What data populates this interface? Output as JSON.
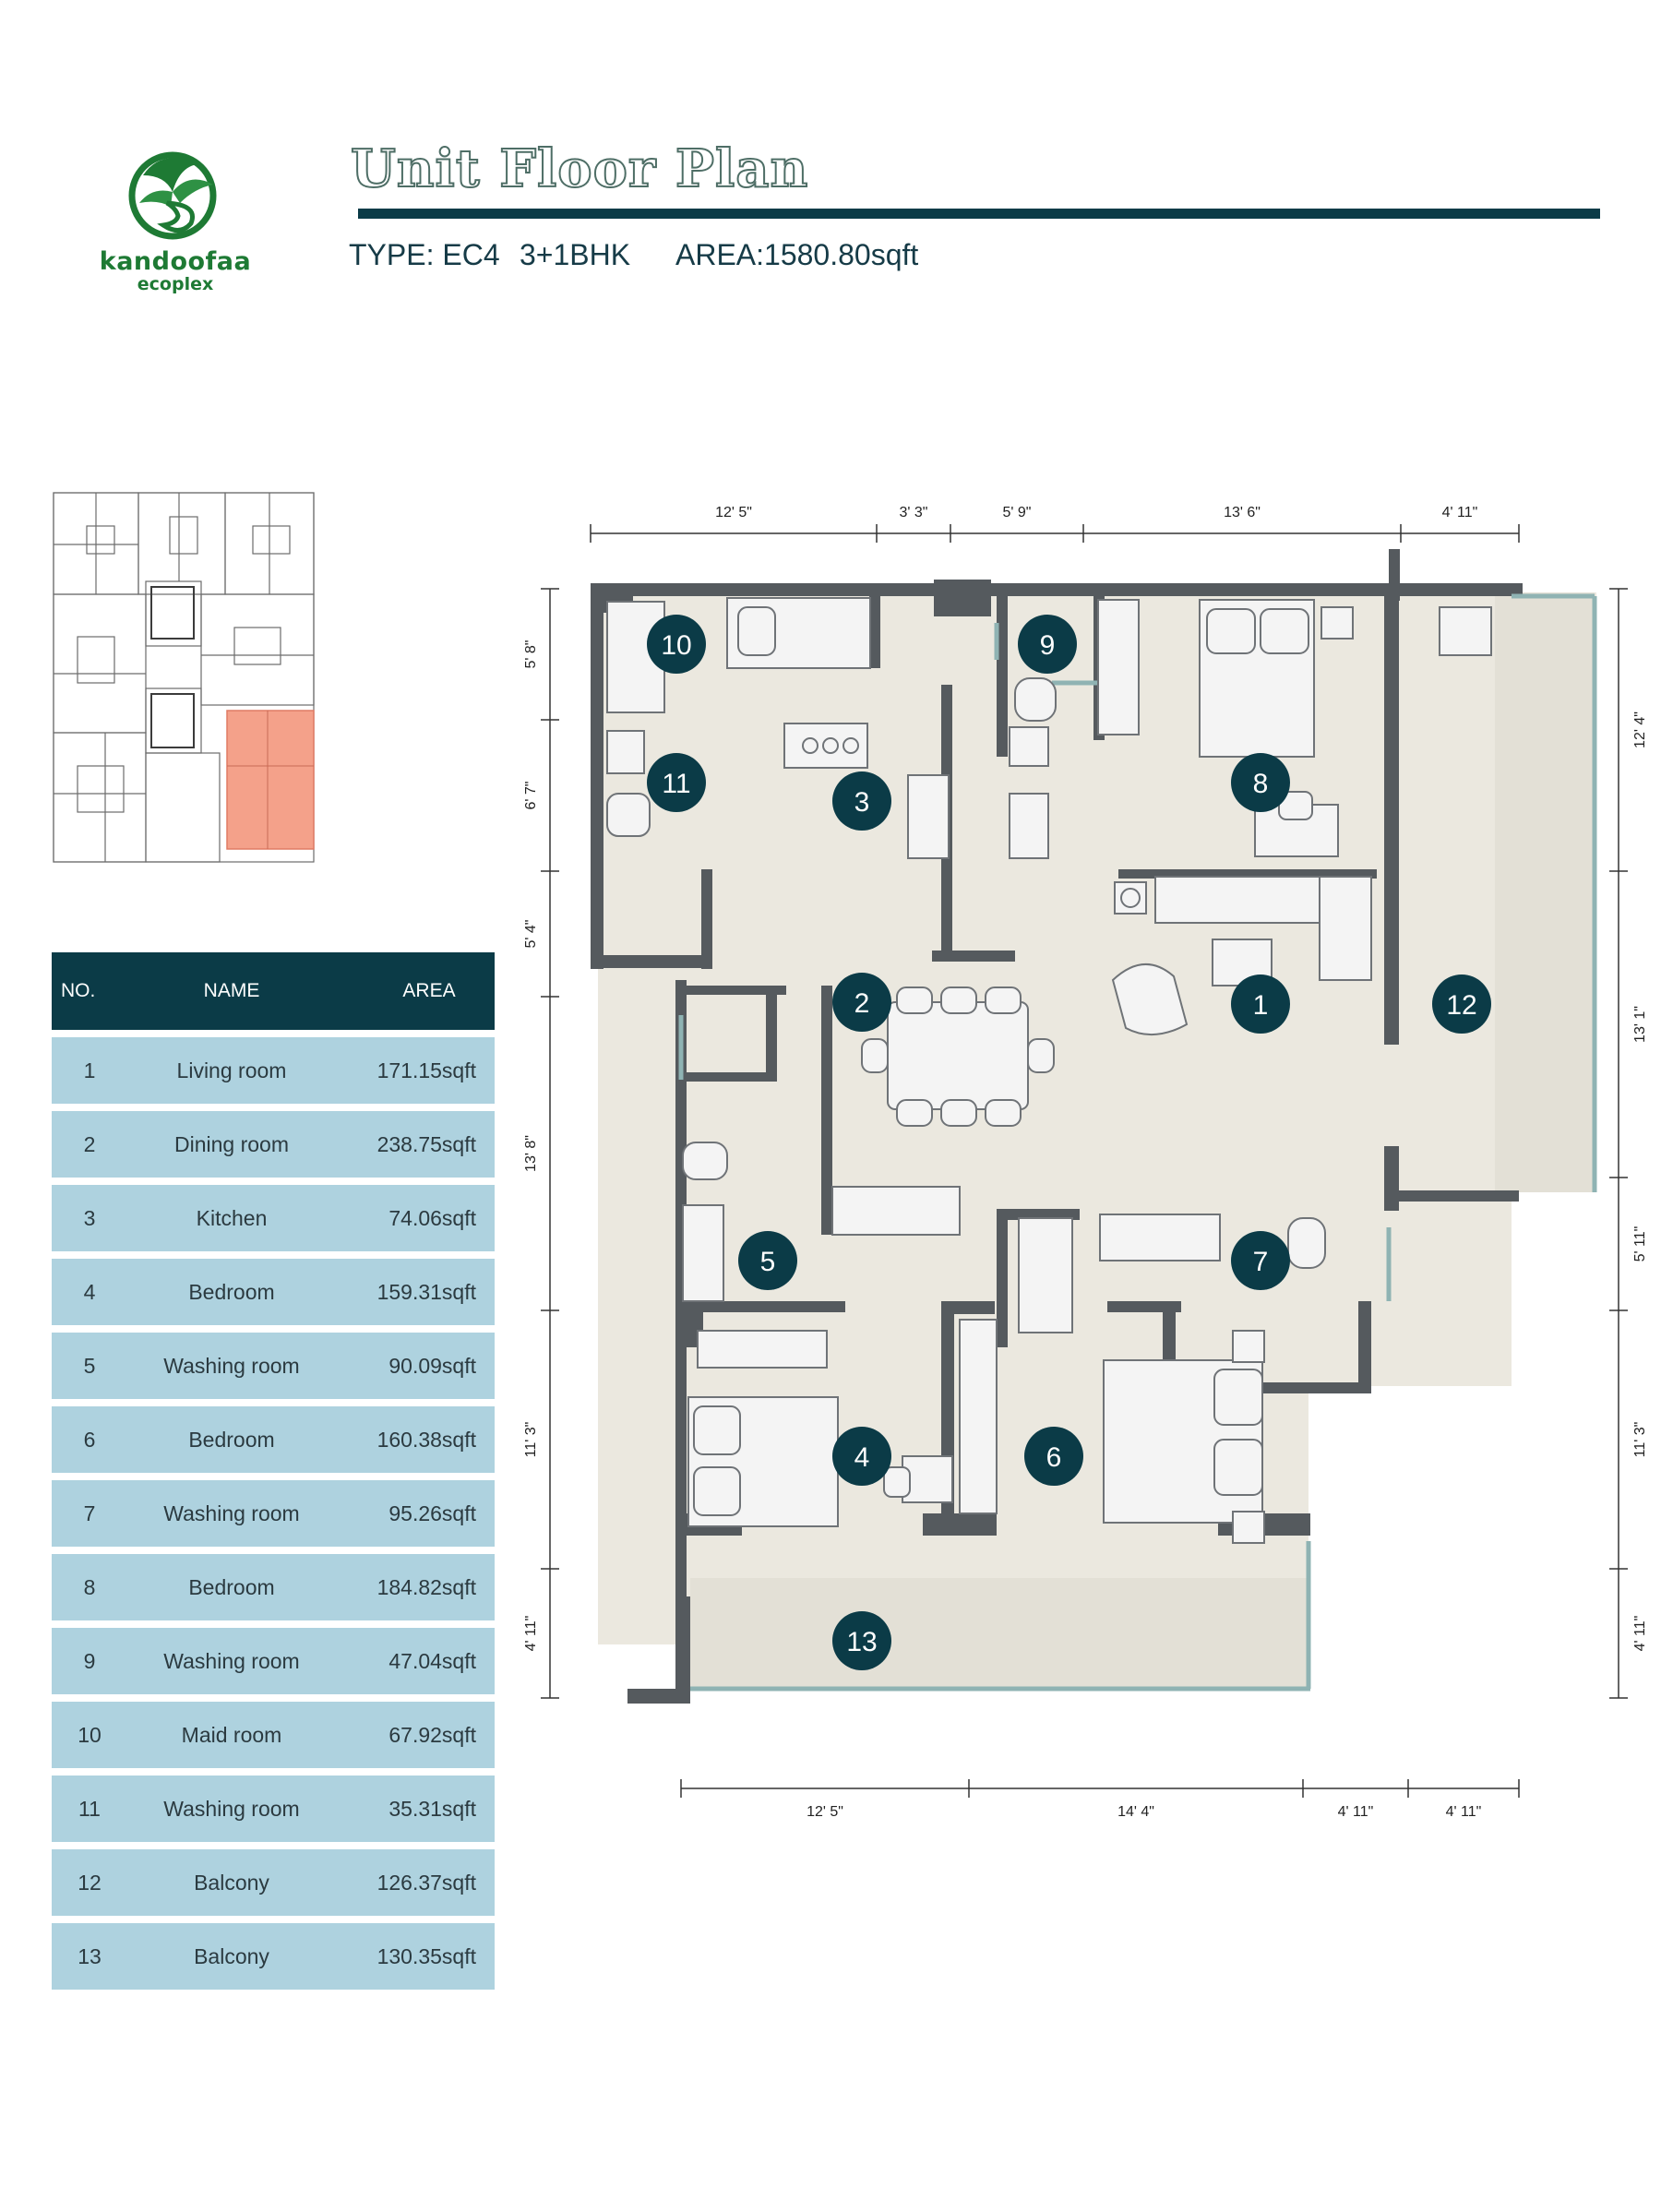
{
  "brand": {
    "name": "kandoofaa",
    "subname": "ecoplex",
    "primary_color": "#1e7a34",
    "logo_icon": "palm-leaf-swirl-logo"
  },
  "header": {
    "title": "Unit Floor Plan",
    "type": "TYPE: EC4",
    "bhk": "3+1BHK",
    "area": "AREA:1580.80sqft",
    "accent_color": "#0b3b47"
  },
  "table": {
    "headers": [
      "NO.",
      "NAME",
      "AREA"
    ],
    "rows": [
      {
        "no": "1",
        "name": "Living room",
        "area": "171.15sqft"
      },
      {
        "no": "2",
        "name": "Dining room",
        "area": "238.75sqft"
      },
      {
        "no": "3",
        "name": "Kitchen",
        "area": "74.06sqft"
      },
      {
        "no": "4",
        "name": "Bedroom",
        "area": "159.31sqft"
      },
      {
        "no": "5",
        "name": "Washing room",
        "area": "90.09sqft"
      },
      {
        "no": "6",
        "name": "Bedroom",
        "area": "160.38sqft"
      },
      {
        "no": "7",
        "name": "Washing room",
        "area": "95.26sqft"
      },
      {
        "no": "8",
        "name": "Bedroom",
        "area": "184.82sqft"
      },
      {
        "no": "9",
        "name": "Washing room",
        "area": "47.04sqft"
      },
      {
        "no": "10",
        "name": "Maid room",
        "area": "67.92sqft"
      },
      {
        "no": "11",
        "name": "Washing room",
        "area": "35.31sqft"
      },
      {
        "no": "12",
        "name": "Balcony",
        "area": "126.37sqft"
      },
      {
        "no": "13",
        "name": "Balcony",
        "area": "130.35sqft"
      }
    ],
    "header_color": "#0b3b47",
    "row_color": "#aed2df"
  },
  "plan": {
    "dims_top": [
      "12' 5\"",
      "3' 3\"",
      "5' 9\"",
      "13' 6\"",
      "4' 11\""
    ],
    "dims_bottom": [
      "12' 5\"",
      "14' 4\"",
      "4' 11\"",
      "4' 11\""
    ],
    "dims_left": [
      "5' 8\"",
      "6' 7\"",
      "5' 4\"",
      "13' 8\"",
      "11' 3\"",
      "4' 11\""
    ],
    "dims_right": [
      "12' 4\"",
      "13' 1\"",
      "5' 11\"",
      "11' 3\"",
      "4' 11\""
    ],
    "markers": [
      "1",
      "2",
      "3",
      "4",
      "5",
      "6",
      "7",
      "8",
      "9",
      "10",
      "11",
      "12",
      "13"
    ],
    "marker_color": "#0b3b47",
    "floor_color": "#ebe8df",
    "wall_color": "#555a5e",
    "glass_color": "#8fb3b3"
  },
  "keyplan": {
    "highlight_color": "#f4a18a"
  }
}
